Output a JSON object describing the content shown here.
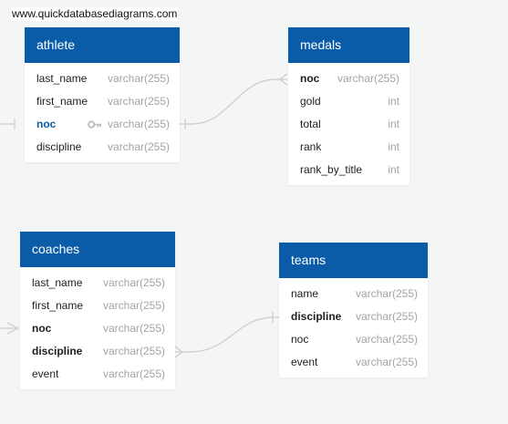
{
  "watermark": "www.quickdatabasediagrams.com",
  "colors": {
    "header": "#0a5ca8",
    "background": "#f4f5f5",
    "connector": "#c9cccd",
    "type_text": "#a0a4a8"
  },
  "tables": {
    "athlete": {
      "title": "athlete",
      "fields": [
        {
          "name": "last_name",
          "type": "varchar(255)",
          "style": "normal"
        },
        {
          "name": "first_name",
          "type": "varchar(255)",
          "style": "normal"
        },
        {
          "name": "noc",
          "type": "varchar(255)",
          "style": "bold-blue",
          "icon": "key-icon"
        },
        {
          "name": "discipline",
          "type": "varchar(255)",
          "style": "normal"
        }
      ]
    },
    "medals": {
      "title": "medals",
      "fields": [
        {
          "name": "noc",
          "type": "varchar(255)",
          "style": "bold"
        },
        {
          "name": "gold",
          "type": "int",
          "style": "normal"
        },
        {
          "name": "total",
          "type": "int",
          "style": "normal"
        },
        {
          "name": "rank",
          "type": "int",
          "style": "normal"
        },
        {
          "name": "rank_by_title",
          "type": "int",
          "style": "normal"
        }
      ]
    },
    "coaches": {
      "title": "coaches",
      "fields": [
        {
          "name": "last_name",
          "type": "varchar(255)",
          "style": "normal"
        },
        {
          "name": "first_name",
          "type": "varchar(255)",
          "style": "normal"
        },
        {
          "name": "noc",
          "type": "varchar(255)",
          "style": "bold"
        },
        {
          "name": "discipline",
          "type": "varchar(255)",
          "style": "bold"
        },
        {
          "name": "event",
          "type": "varchar(255)",
          "style": "normal"
        }
      ]
    },
    "teams": {
      "title": "teams",
      "fields": [
        {
          "name": "name",
          "type": "varchar(255)",
          "style": "normal"
        },
        {
          "name": "discipline",
          "type": "varchar(255)",
          "style": "bold"
        },
        {
          "name": "noc",
          "type": "varchar(255)",
          "style": "normal"
        },
        {
          "name": "event",
          "type": "varchar(255)",
          "style": "normal"
        }
      ]
    }
  }
}
